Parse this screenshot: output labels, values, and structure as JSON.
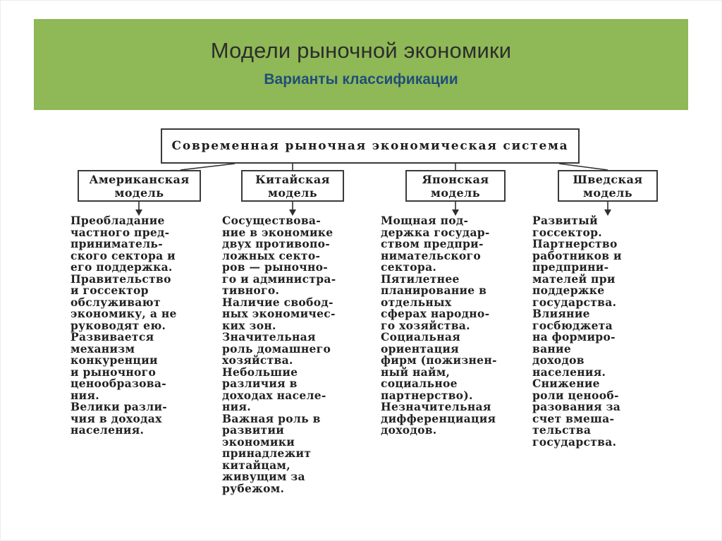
{
  "header": {
    "title": "Модели рыночной экономики",
    "subtitle": "Варианты классификации"
  },
  "colors": {
    "header_band": "#8FB856",
    "subtitle_text": "#1F4E79",
    "diagram_ink": "#2f2f2f"
  },
  "diagram": {
    "root_label": "Современная рыночная экономическая система",
    "models": [
      {
        "title": "Американская модель",
        "description": "Преобладание\nчастного пред-\nприниматель-\nского сектора и\nего поддержка.\nПравительство\nи госсектор\nобслуживают\nэкономику, а не\nруководят ею.\nРазвивается\nмеханизм\nконкуренции\nи рыночного\nценообразова-\nния.\nВелики разли-\nчия в доходах\nнаселения."
      },
      {
        "title": "Китайская модель",
        "description": "Сосуществова-\nние в экономике\nдвух противопо-\nложных секто-\nров — рыночно-\nго и администра-\nтивного.\nНаличие свобод-\nных экономичес-\nких зон.\nЗначительная\nроль домашнего\nхозяйства.\nНебольшие\nразличия в\nдоходах населе-\nния.\nВажная роль в\nразвитии\nэкономики\nпринадлежит\nкитайцам,\nживущим за\nрубежом."
      },
      {
        "title": "Японская модель",
        "description": "Мощная под-\nдержка государ-\nством предпри-\nнимательского\nсектора.\nПятилетнее\nпланирование в\nотдельных\nсферах народно-\nго хозяйства.\nСоциальная\nориентация\nфирм (пожизнен-\nный найм,\nсоциальное\nпартнерство).\nНезначительная\nдифференциация\nдоходов."
      },
      {
        "title": "Шведская модель",
        "description": "Развитый\nгоссектор.\nПартнерство\nработников и\nпредприни-\nмателей при\nподдержке\nгосударства.\nВлияние\nгосбюджета\nна формиро-\nвание\nдоходов\nнаселения.\nСнижение\nроли ценооб-\nразования за\nсчет вмеша-\nтельства\nгосударства."
      }
    ]
  }
}
